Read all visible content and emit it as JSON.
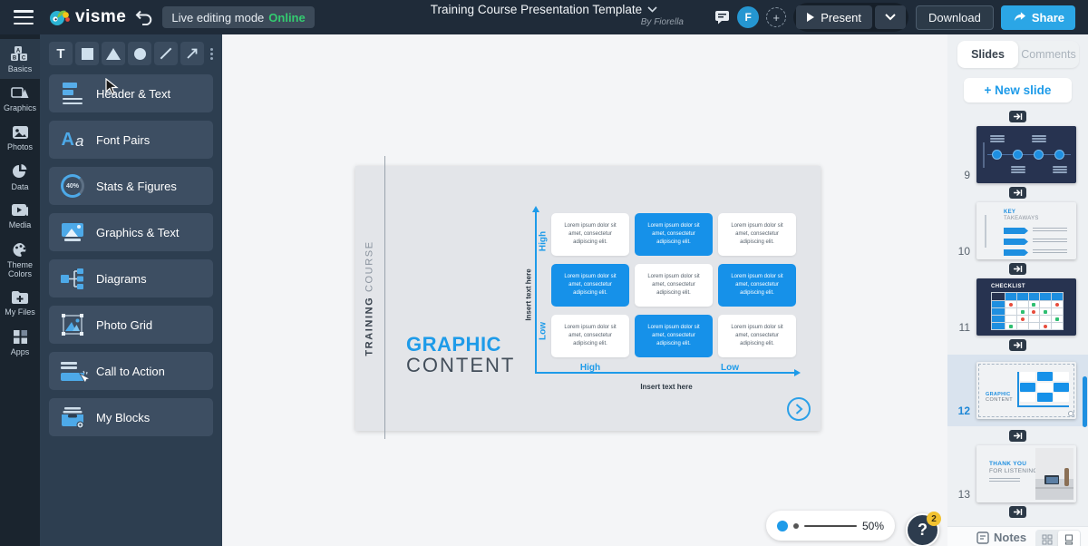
{
  "colors": {
    "accent_blue": "#1e9be9",
    "share_blue": "#2ba6e6",
    "online_green": "#33cc70",
    "topbar_dark": "#1f2b39",
    "panel_dark": "#2d3e50",
    "selection_blue": "#1e87d6",
    "help_badge_yellow": "#f2c230"
  },
  "topbar": {
    "logo_text": "visme",
    "mode_label": "Live editing mode",
    "mode_status": "Online",
    "title": "Training Course Presentation Template",
    "byline": "By Fiorella",
    "avatar_initial": "F",
    "plus_label": "+",
    "present_label": "Present",
    "download_label": "Download",
    "share_label": "Share"
  },
  "nav": {
    "items": [
      {
        "label": "Basics"
      },
      {
        "label": "Graphics"
      },
      {
        "label": "Photos"
      },
      {
        "label": "Data"
      },
      {
        "label": "Media"
      },
      {
        "label": "Theme Colors"
      },
      {
        "label": "My Files"
      },
      {
        "label": "Apps"
      }
    ]
  },
  "panel": {
    "text_tool_label": "T",
    "items": [
      {
        "label": "Header & Text"
      },
      {
        "label": "Font Pairs",
        "icon_text_a": "A",
        "icon_text_b": "a"
      },
      {
        "label": "Stats & Figures",
        "icon_value": "40%"
      },
      {
        "label": "Graphics & Text"
      },
      {
        "label": "Diagrams"
      },
      {
        "label": "Photo Grid"
      },
      {
        "label": "Call to Action"
      },
      {
        "label": "My Blocks"
      }
    ]
  },
  "slide": {
    "vertical_title_bold": "TRAINING",
    "vertical_title_light": "COURSE",
    "heading_line1": "GRAPHIC",
    "heading_line2": "CONTENT",
    "matrix": {
      "cell_text": "Lorem ipsum dolor sit amet, consectetur adipiscing elit.",
      "pattern": [
        [
          "white",
          "blue",
          "white"
        ],
        [
          "blue",
          "white",
          "blue"
        ],
        [
          "white",
          "blue",
          "white"
        ]
      ],
      "y_top_label": "High",
      "y_bottom_label": "Low",
      "y_axis_label": "Insert text here",
      "x_left_label": "High",
      "x_right_label": "Low",
      "x_axis_label": "Insert text here"
    }
  },
  "right_panel": {
    "tabs": [
      {
        "label": "Slides"
      },
      {
        "label": "Comments"
      }
    ],
    "new_slide_label": "+ New slide",
    "slides": [
      {
        "number": "9"
      },
      {
        "number": "10",
        "title_line1": "KEY",
        "title_line2": "TAKEAWAYS"
      },
      {
        "number": "11",
        "title": "CHECKLIST"
      },
      {
        "number": "12",
        "title_line1": "GRAPHIC",
        "title_line2": "CONTENT",
        "selected": true
      },
      {
        "number": "13",
        "title_line1": "THANK YOU",
        "title_line2": "FOR LISTENING"
      }
    ],
    "notes_label": "Notes"
  },
  "zoom_control": {
    "value": "50%"
  },
  "help": {
    "label": "?",
    "badge": "2"
  }
}
